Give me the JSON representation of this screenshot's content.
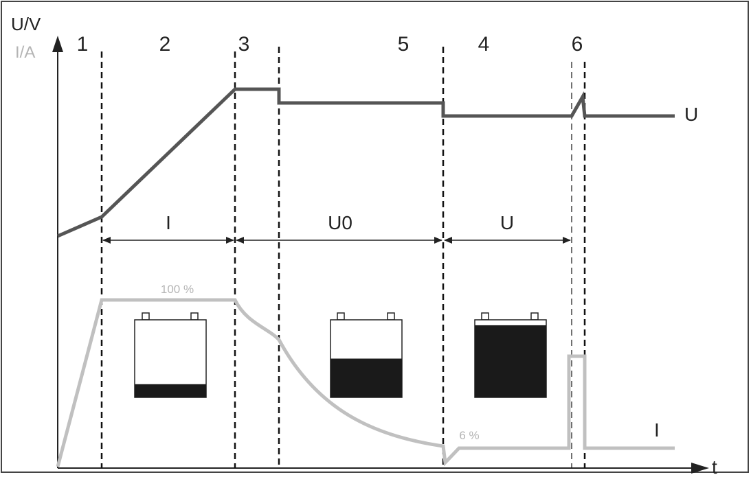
{
  "axes": {
    "y_label_voltage": "U/V",
    "y_label_current": "I/A",
    "x_label": "t"
  },
  "phase_numbers": [
    "1",
    "2",
    "3",
    "5",
    "4",
    "6"
  ],
  "segments": [
    {
      "label": "I"
    },
    {
      "label": "U0"
    },
    {
      "label": "U"
    }
  ],
  "curve_labels": {
    "voltage": "U",
    "current": "I"
  },
  "annotations": {
    "full_current": "100 %",
    "float_current": "6 %"
  },
  "battery_charge_levels": [
    0.17,
    0.5,
    0.93
  ],
  "colors": {
    "voltage_curve": "#555555",
    "current_curve": "#c0c0c0",
    "text": "#222222",
    "muted_text": "#b4b4b4",
    "battery_fill": "#1a1a1a",
    "frame": "#444444"
  }
}
